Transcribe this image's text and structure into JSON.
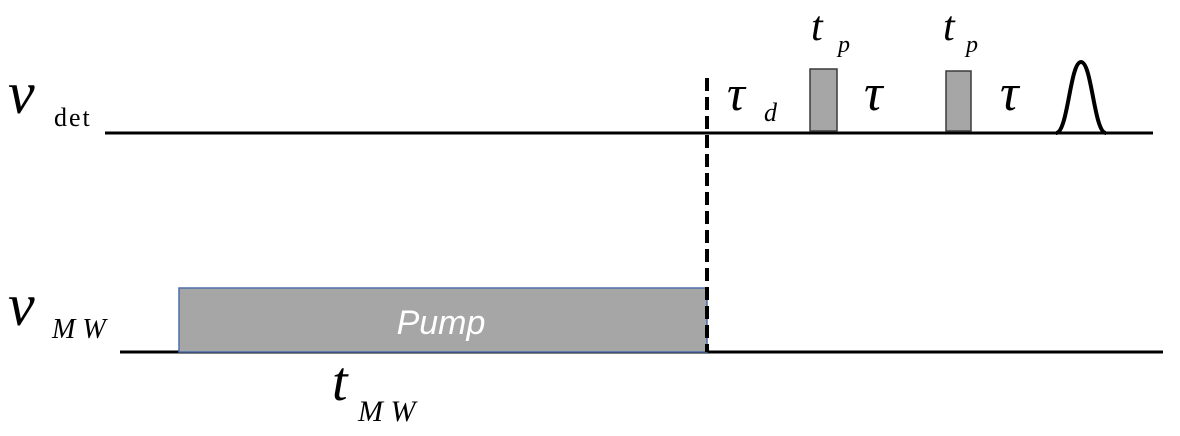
{
  "channels": {
    "detection": {
      "symbol": "ν",
      "subscript": "det"
    },
    "microwave": {
      "symbol": "ν",
      "subscript": "M W"
    }
  },
  "pump": {
    "label": "Pump",
    "duration_symbol": "t",
    "duration_subscript": "M W"
  },
  "delay": {
    "symbol": "τ",
    "subscript": "d"
  },
  "pulses": [
    {
      "symbol": "t",
      "subscript": "p"
    },
    {
      "symbol": "t",
      "subscript": "p"
    }
  ],
  "intervals": [
    {
      "symbol": "τ"
    },
    {
      "symbol": "τ"
    }
  ],
  "colors": {
    "line": "#000000",
    "pulse_fill": "#a6a6a6",
    "pulse_stroke": "#3a3a3a",
    "pump_fill": "#a6a6a6",
    "pump_stroke": "#4f6fa8",
    "pump_text": "#ffffff"
  }
}
